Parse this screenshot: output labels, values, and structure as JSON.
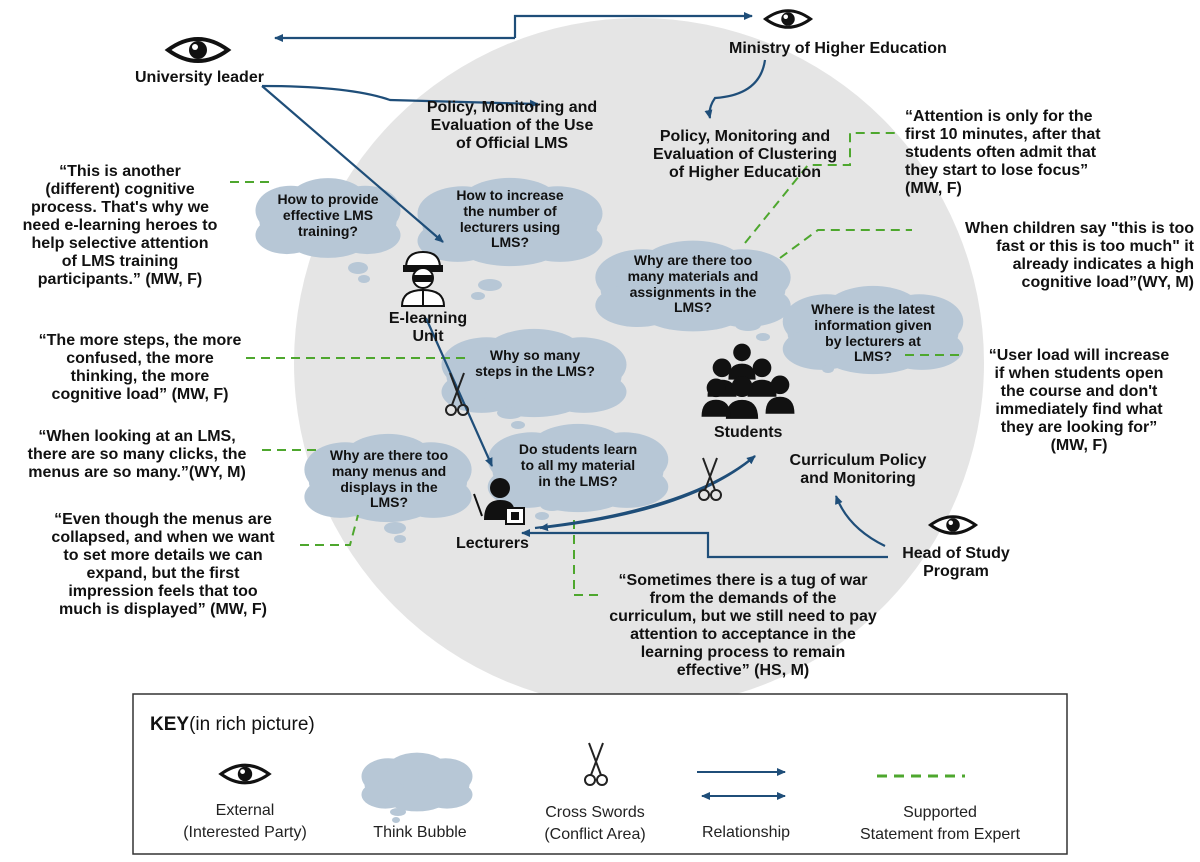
{
  "actors": {
    "university_leader": "University leader",
    "ministry": "Ministry of Higher Education",
    "elearning_unit": "E-learning\nUnit",
    "students": "Students",
    "lecturers": "Lecturers",
    "head_of_study": "Head of Study\nProgram"
  },
  "labels": {
    "policy_lms": "Policy, Monitoring and\nEvaluation of the Use\nof Official LMS",
    "policy_clustering": "Policy, Monitoring and\nEvaluation of Clustering\nof Higher Education",
    "curriculum": "Curriculum Policy\nand Monitoring"
  },
  "bubbles": {
    "b1": "How to provide\neffective LMS\ntraining?",
    "b2": "How to increase\nthe number of\nlecturers using\nLMS?",
    "b3": "Why are there too\nmany materials and\nassignments in the\nLMS?",
    "b4": "Where is the latest\ninformation given\nby lecturers at\nLMS?",
    "b5": "Why so many\nsteps in the LMS?",
    "b6": "Why are there too\nmany menus and\ndisplays in the\nLMS?",
    "b7": "Do students learn\nto all my material\nin the LMS?"
  },
  "quotes": {
    "q1": "“This is another\n(different) cognitive\nprocess. That's why we\nneed e-learning heroes to\nhelp selective attention\nof LMS training\nparticipants.” (MW, F)",
    "q2": "“The more steps, the more\nconfused, the more\nthinking, the more\ncognitive load” (MW, F)",
    "q3": "“When looking at an LMS,\nthere are so many clicks, the\nmenus are so many.”(WY, M)",
    "q4": "“Even though the menus are\ncollapsed, and when we want\nto set more details we can\nexpand, but the first\nimpression feels that too\nmuch is displayed” (MW, F)",
    "q5": "“Sometimes there is a tug of war\nfrom the demands of the\ncurriculum, but we still need to pay\nattention to acceptance in the\nlearning process to remain\neffective” (HS, M)",
    "q6": "“Attention is only for the\nfirst 10 minutes, after that\nstudents often admit that\nthey start to lose focus”\n(MW, F)",
    "q7": "When children say \"this is too\nfast or this is too much\" it\nalready indicates a high\ncognitive load”(WY, M)",
    "q8": "“User load will increase\nif when students open\nthe course and don't\nimmediately find what\nthey are looking for”\n(MW, F)"
  },
  "key": {
    "title_bold": "KEY",
    "title_rest": "(in rich picture)",
    "external": "External\n(Interested Party)",
    "think_bubble": "Think Bubble",
    "cross_swords": "Cross Swords\n(Conflict Area)",
    "relationship": "Relationship",
    "supported": "Supported\nStatement from Expert"
  },
  "colors": {
    "circle": "#e5e5e5",
    "bubble": "#b7c7d6",
    "arrow": "#1f4e79",
    "dashed": "#4ea72e"
  }
}
